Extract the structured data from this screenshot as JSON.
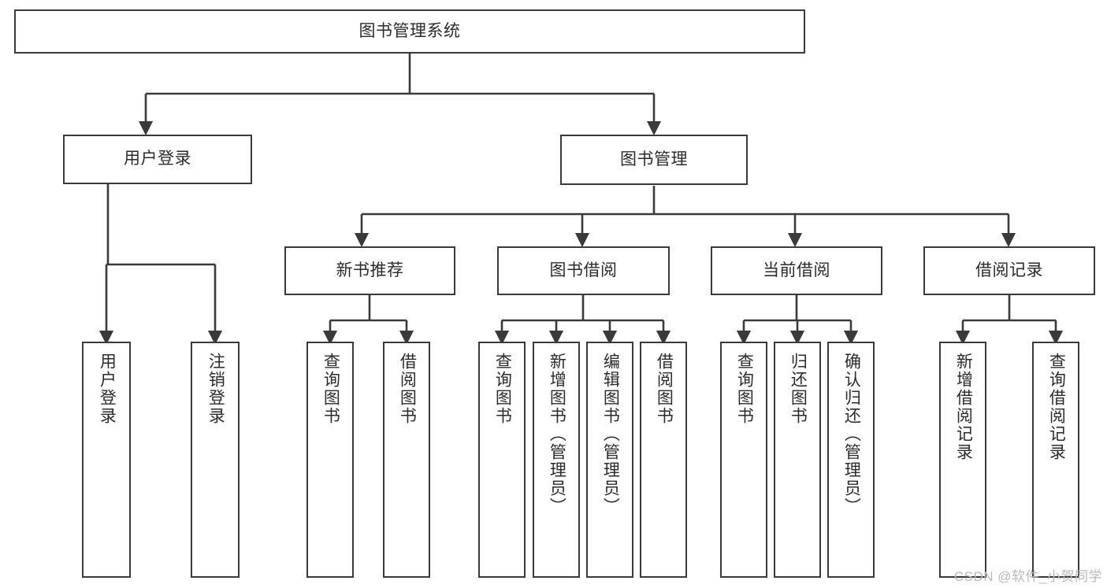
{
  "diagram": {
    "title": "图书管理系统",
    "type": "tree-hierarchy",
    "watermark": "CSDN @软件_小贺同学",
    "colors": {
      "background": "#ffffff",
      "node_border": "#3a3a3a",
      "node_fill": "#ffffff",
      "edge": "#3a3a3a",
      "text": "#2b2b2b",
      "watermark": "#b9b9b9"
    },
    "nodes": {
      "root": {
        "label": "图书管理系统",
        "orientation": "horizontal"
      },
      "level2": [
        {
          "id": "user-login",
          "label": "用户登录",
          "orientation": "horizontal"
        },
        {
          "id": "book-manage",
          "label": "图书管理",
          "orientation": "horizontal"
        }
      ],
      "level3": [
        {
          "id": "new-book-recommend",
          "label": "新书推荐",
          "orientation": "horizontal"
        },
        {
          "id": "book-borrow",
          "label": "图书借阅",
          "orientation": "horizontal"
        },
        {
          "id": "current-borrow",
          "label": "当前借阅",
          "orientation": "horizontal"
        },
        {
          "id": "borrow-record",
          "label": "借阅记录",
          "orientation": "horizontal"
        }
      ],
      "leaves": [
        {
          "id": "leaf-user-login",
          "label": "用户登录",
          "parent": "user-login",
          "orientation": "vertical"
        },
        {
          "id": "leaf-logout",
          "label": "注销登录",
          "parent": "user-login",
          "orientation": "vertical"
        },
        {
          "id": "leaf-query-book-1",
          "label": "查询图书",
          "parent": "new-book-recommend",
          "orientation": "vertical"
        },
        {
          "id": "leaf-borrow-book-1",
          "label": "借阅图书",
          "parent": "new-book-recommend",
          "orientation": "vertical"
        },
        {
          "id": "leaf-query-book-2",
          "label": "查询图书",
          "parent": "book-borrow",
          "orientation": "vertical"
        },
        {
          "id": "leaf-add-book",
          "label": "新增图书（管理员）",
          "parent": "book-borrow",
          "orientation": "vertical"
        },
        {
          "id": "leaf-edit-book",
          "label": "编辑图书（管理员）",
          "parent": "book-borrow",
          "orientation": "vertical"
        },
        {
          "id": "leaf-borrow-book-2",
          "label": "借阅图书",
          "parent": "book-borrow",
          "orientation": "vertical"
        },
        {
          "id": "leaf-query-book-3",
          "label": "查询图书",
          "parent": "current-borrow",
          "orientation": "vertical"
        },
        {
          "id": "leaf-return-book",
          "label": "归还图书",
          "parent": "current-borrow",
          "orientation": "vertical"
        },
        {
          "id": "leaf-confirm-return",
          "label": "确认归还（管理员）",
          "parent": "current-borrow",
          "orientation": "vertical"
        },
        {
          "id": "leaf-add-record",
          "label": "新增借阅记录",
          "parent": "borrow-record",
          "orientation": "vertical"
        },
        {
          "id": "leaf-query-record",
          "label": "查询借阅记录",
          "parent": "borrow-record",
          "orientation": "vertical"
        }
      ]
    }
  }
}
